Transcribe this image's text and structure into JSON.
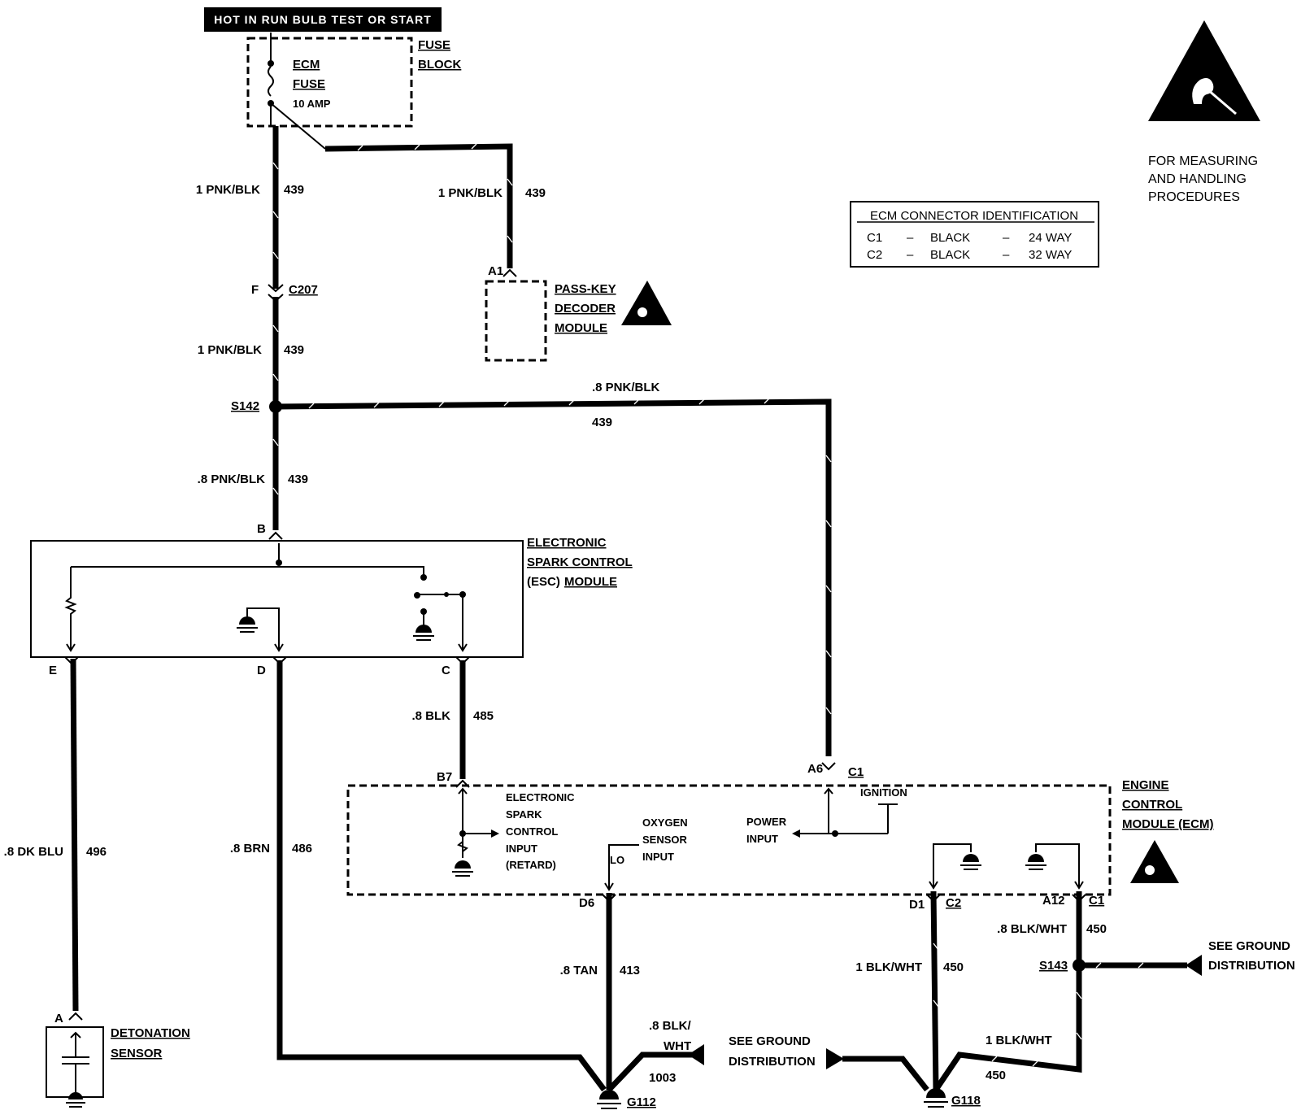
{
  "header": {
    "power_label": "HOT IN RUN BULB TEST OR START"
  },
  "fuse_block": {
    "fuse_name_1": "ECM",
    "fuse_name_2": "FUSE",
    "fuse_rating": "10 AMP",
    "block_label_1": "FUSE",
    "block_label_2": "BLOCK"
  },
  "esd_note": {
    "line1": "FOR MEASURING",
    "line2": "AND HANDLING",
    "line3": "PROCEDURES"
  },
  "ecm_connector_table": {
    "title": "ECM CONNECTOR IDENTIFICATION",
    "rows": [
      {
        "id": "C1",
        "dash1": "–",
        "color": "BLACK",
        "dash2": "–",
        "ways": "24 WAY"
      },
      {
        "id": "C2",
        "dash1": "–",
        "color": "BLACK",
        "dash2": "–",
        "ways": "32 WAY"
      }
    ]
  },
  "wires": {
    "fuse_down_gauge": "1 PNK/BLK",
    "fuse_down_circuit": "439",
    "passkey_gauge": "1 PNK/BLK",
    "passkey_circuit": "439",
    "c207_down_gauge": "1 PNK/BLK",
    "c207_down_circuit": "439",
    "s142_right_gauge": ".8 PNK/BLK",
    "s142_right_circuit": "439",
    "s142_down_gauge": ".8 PNK/BLK",
    "s142_down_circuit": "439",
    "esc_c_gauge": ".8 BLK",
    "esc_c_circuit": "485",
    "esc_e_gauge": ".8 DK BLU",
    "esc_e_circuit": "496",
    "esc_d_gauge": ".8 BRN",
    "esc_d_circuit": "486",
    "d6_gauge": ".8 TAN",
    "d6_circuit": "413",
    "g112_gauge_1": ".8 BLK/",
    "g112_gauge_2": "WHT",
    "g112_circuit": "1003",
    "a12_gauge": ".8 BLK/WHT",
    "a12_circuit": "450",
    "d1_gauge": "1 BLK/WHT",
    "d1_circuit": "450",
    "g118_gauge": "1 BLK/WHT",
    "g118_circuit": "450"
  },
  "connectors": {
    "f_pin": "F",
    "c207": "C207",
    "a1_pin": "A1",
    "s142": "S142",
    "b_pin": "B",
    "e_pin": "E",
    "d_pin": "D",
    "c_pin": "C",
    "a_pin": "A",
    "b7_pin": "B7",
    "a6_pin": "A6",
    "c1_top": "C1",
    "d6_pin": "D6",
    "d1_pin": "D1",
    "c2": "C2",
    "a12_pin": "A12",
    "c1_bottom": "C1",
    "s143": "S143",
    "g112": "G112",
    "g118": "G118"
  },
  "components": {
    "passkey_1": "PASS-KEY",
    "passkey_2": "DECODER",
    "passkey_3": "MODULE",
    "esc_1": "ELECTRONIC",
    "esc_2": "SPARK CONTROL",
    "esc_3a": "(ESC)",
    "esc_3b": "MODULE",
    "det_1": "DETONATION",
    "det_2": "SENSOR",
    "ecm_1": "ENGINE",
    "ecm_2": "CONTROL",
    "ecm_3": "MODULE (ECM)"
  },
  "ecm_internal": {
    "esc_input_1": "ELECTRONIC",
    "esc_input_2": "SPARK",
    "esc_input_3": "CONTROL",
    "esc_input_4": "INPUT",
    "esc_input_5": "(RETARD)",
    "o2_1": "OXYGEN",
    "o2_2": "SENSOR",
    "o2_3": "INPUT",
    "lo": "LO",
    "power_1": "POWER",
    "power_2": "INPUT",
    "ignition": "IGNITION"
  },
  "ground_refs": {
    "left_1": "SEE GROUND",
    "left_2": "DISTRIBUTION",
    "right_1": "SEE GROUND",
    "right_2": "DISTRIBUTION"
  }
}
